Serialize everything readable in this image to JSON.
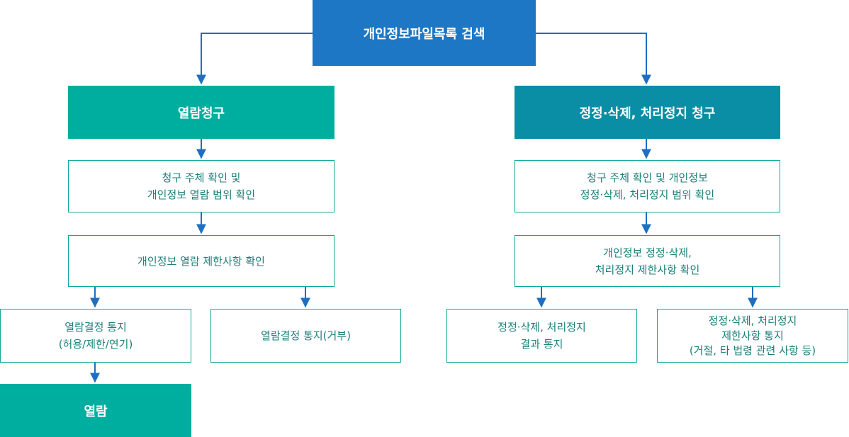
{
  "colors": {
    "top_blue": "#1e77c4",
    "teal": "#00aea0",
    "teal_dark": "#0a8ea5",
    "outline": "#11a69a",
    "connector": "#1e6fbf",
    "text_teal": "#1b7f78"
  },
  "diagram": {
    "root": {
      "label": "개인정보파일목록 검색"
    },
    "left": {
      "header": "열람청구",
      "step1": [
        "청구 주체 확인 및",
        "개인정보 열람 범위 확인"
      ],
      "step2": [
        "개인정보 열람 제한사항 확인"
      ],
      "outcome_a": [
        "열람결정 통지",
        "(허용/제한/연기)"
      ],
      "outcome_b": [
        "열람결정 통지(거부)"
      ],
      "final": "열람"
    },
    "right": {
      "header": "정정·삭제, 처리정지 청구",
      "step1": [
        "청구 주체 확인 및 개인정보",
        "정정·삭제, 처리정지 범위 확인"
      ],
      "step2": [
        "개인정보 정정·삭제,",
        "처리정지 제한사항 확인"
      ],
      "outcome_a": [
        "정정·삭제, 처리정지",
        "결과 통지"
      ],
      "outcome_b": [
        "정정·삭제, 처리정지",
        "제한사항 통지",
        "(거절, 타 법령 관련 사항 등)"
      ]
    }
  }
}
